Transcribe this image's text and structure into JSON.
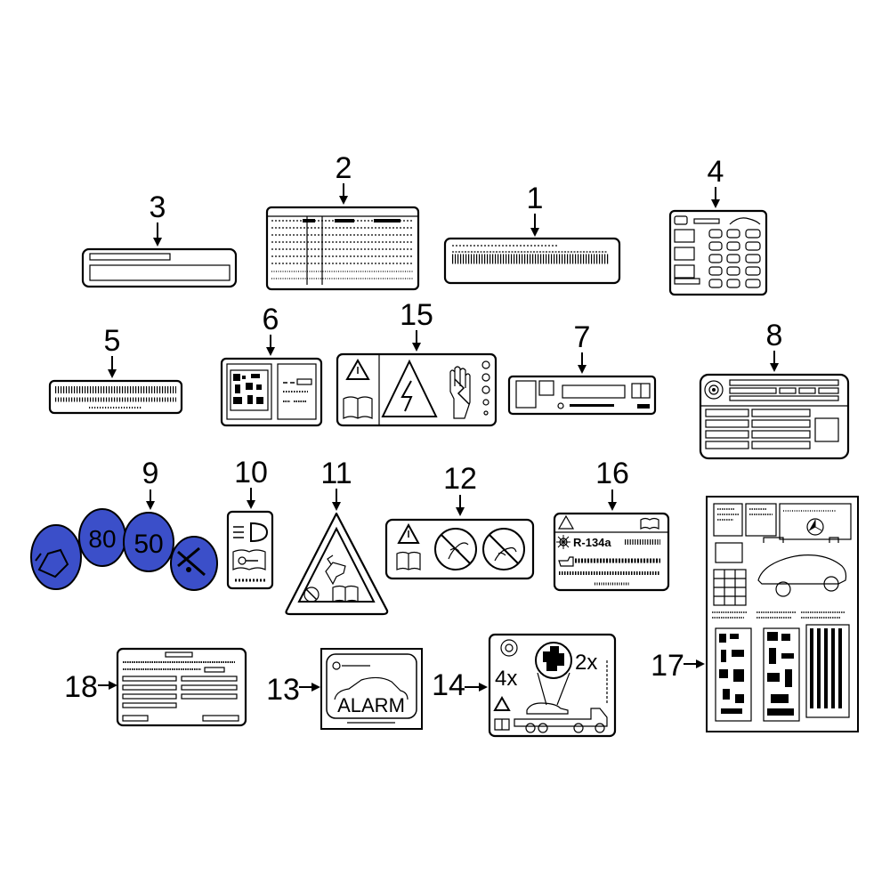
{
  "callouts": [
    {
      "id": "1",
      "label": "1"
    },
    {
      "id": "2",
      "label": "2"
    },
    {
      "id": "3",
      "label": "3"
    },
    {
      "id": "4",
      "label": "4"
    },
    {
      "id": "5",
      "label": "5"
    },
    {
      "id": "6",
      "label": "6"
    },
    {
      "id": "7",
      "label": "7"
    },
    {
      "id": "8",
      "label": "8"
    },
    {
      "id": "9",
      "label": "9"
    },
    {
      "id": "10",
      "label": "10"
    },
    {
      "id": "11",
      "label": "11"
    },
    {
      "id": "12",
      "label": "12"
    },
    {
      "id": "13",
      "label": "13"
    },
    {
      "id": "14",
      "label": "14"
    },
    {
      "id": "15",
      "label": "15"
    },
    {
      "id": "16",
      "label": "16"
    },
    {
      "id": "17",
      "label": "17"
    },
    {
      "id": "18",
      "label": "18"
    }
  ],
  "label_text": {
    "speed_80": "80",
    "speed_50": "50",
    "refrigerant": "R-134a",
    "alarm": "ALARM",
    "mult_4x": "4x",
    "mult_2x": "2x"
  },
  "colors": {
    "highlight": "#3b4fc9",
    "line": "#000000",
    "background": "#ffffff"
  }
}
